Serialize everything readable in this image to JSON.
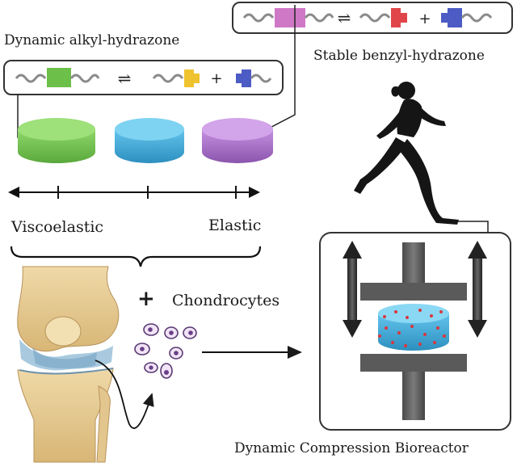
{
  "labels": {
    "dynamic_title": "Dynamic alkyl-hydrazone",
    "stable_title": "Stable benzyl-hydrazone",
    "viscoelastic": "Viscoelastic",
    "elastic": "Elastic",
    "plus": "+",
    "chondrocytes": "Chondrocytes",
    "bioreactor": "Dynamic Compression Bioreactor"
  },
  "equations": {
    "equilibrium_symbol": "⇌",
    "plus": "+"
  },
  "colors": {
    "green": "#6cc04a",
    "cyan": "#3aa6d4",
    "purple": "#a86cc4",
    "yellow": "#efc32f",
    "blue": "#4d5bc4",
    "red": "#e0454a",
    "magenta": "#cf78c6",
    "gray": "#595959"
  }
}
